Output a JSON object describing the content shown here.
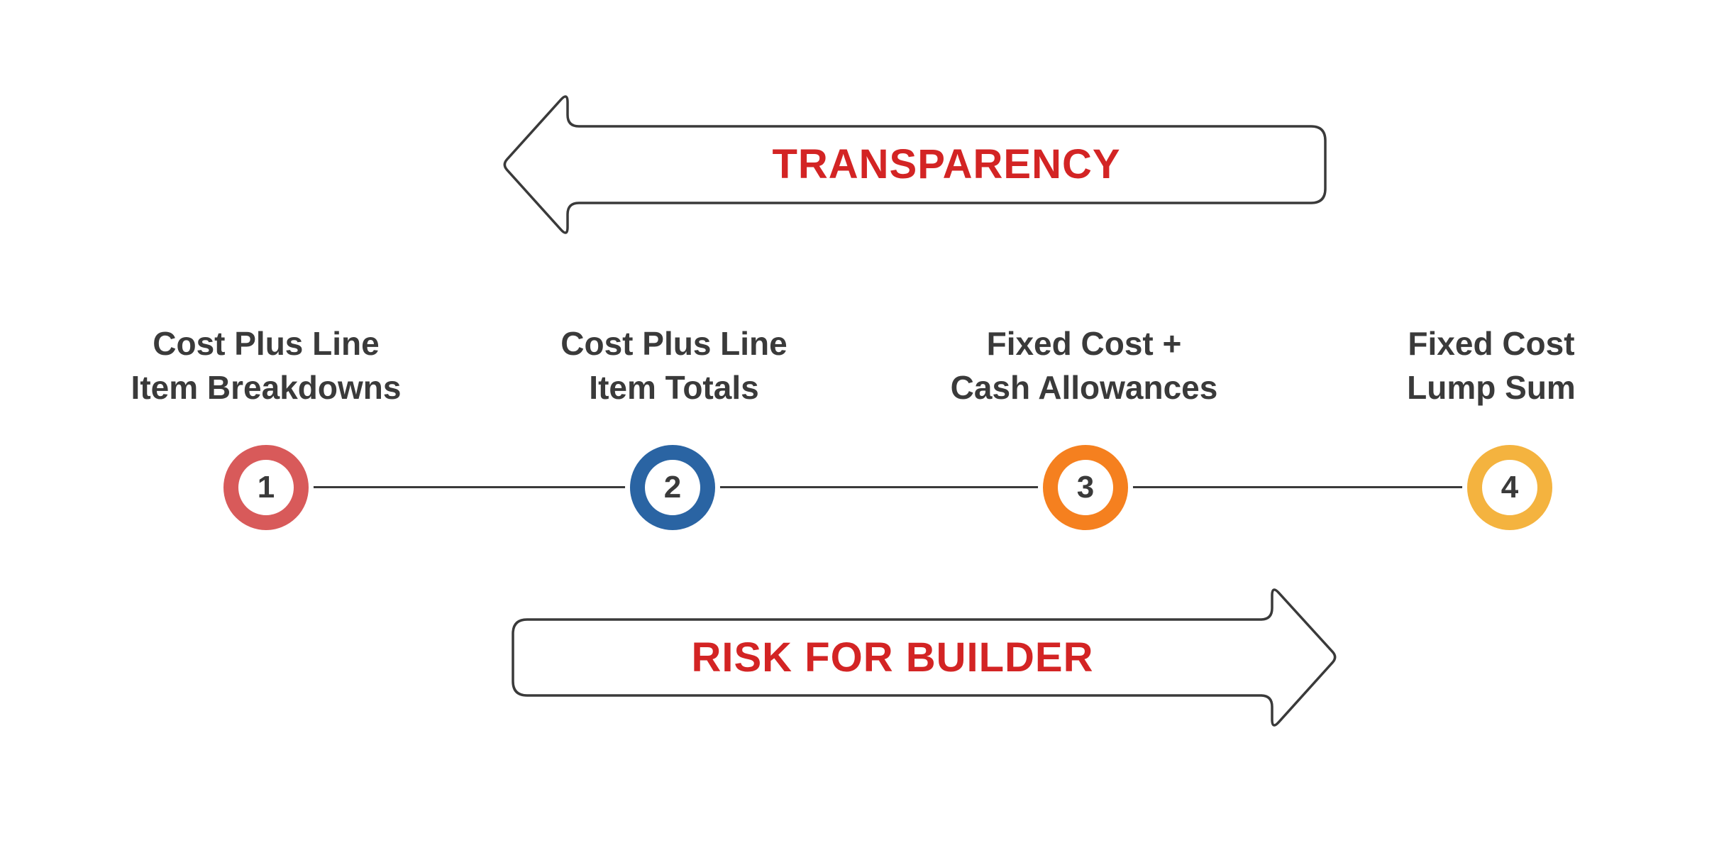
{
  "background": "#FFFFFF",
  "colors": {
    "outline": "#3A3A3A",
    "text_dark": "#3A3A3A",
    "accent_red": "#D32424",
    "connector_line": "#3A3A3A"
  },
  "arrows": {
    "transparency": {
      "label": "TRANSPARENCY",
      "direction": "left"
    },
    "risk": {
      "label": "RISK FOR BUILDER",
      "direction": "right"
    }
  },
  "steps": [
    {
      "number": "1",
      "label_line1": "Cost Plus Line",
      "label_line2": "Item Breakdowns",
      "ring_color": "#D85A5A"
    },
    {
      "number": "2",
      "label_line1": "Cost Plus Line",
      "label_line2": "Item Totals",
      "ring_color": "#2A64A3"
    },
    {
      "number": "3",
      "label_line1": "Fixed Cost +",
      "label_line2": "Cash Allowances",
      "ring_color": "#F5801F"
    },
    {
      "number": "4",
      "label_line1": "Fixed Cost",
      "label_line2": "Lump Sum",
      "ring_color": "#F4B33F"
    }
  ]
}
